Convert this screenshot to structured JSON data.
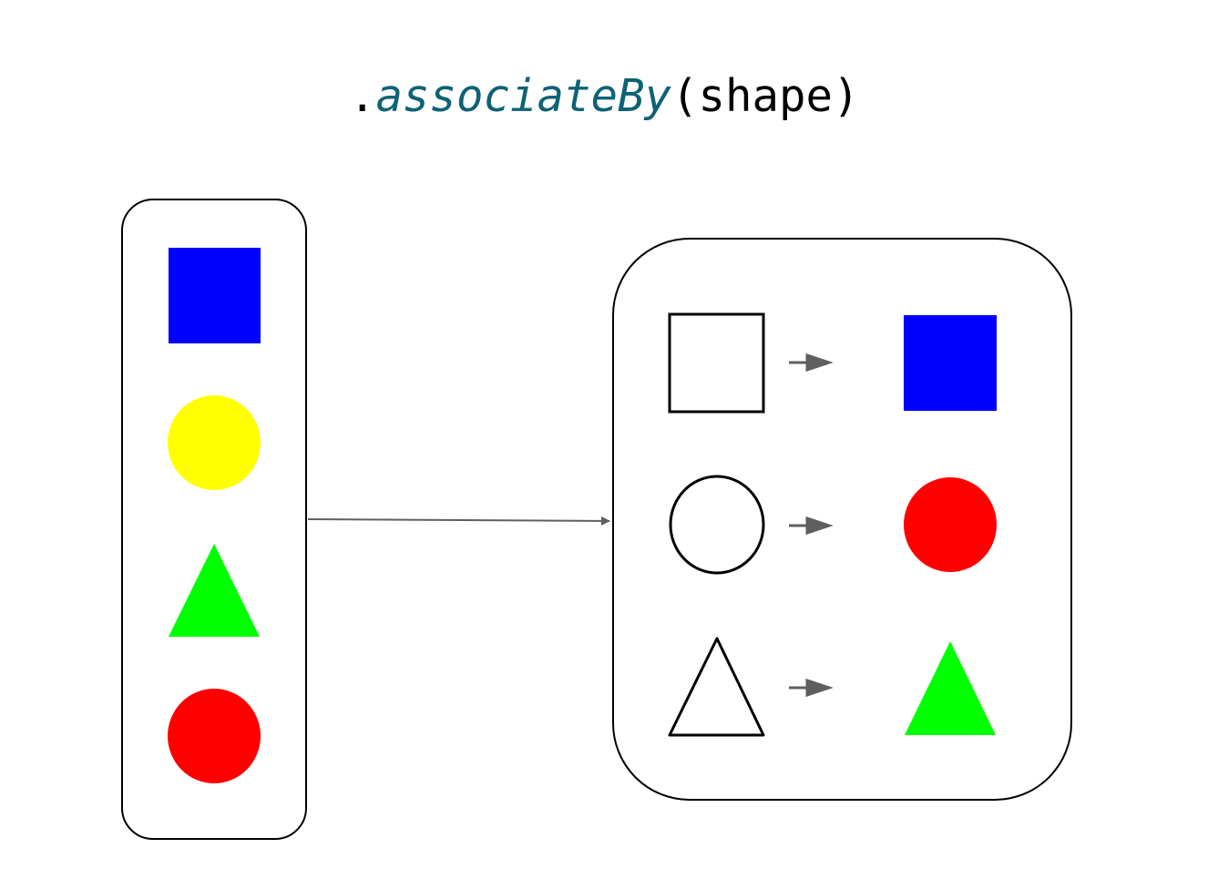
{
  "title": {
    "dot": ".",
    "function": "associateBy",
    "args": "(shape)"
  },
  "colors": {
    "function": "#0e6275",
    "text": "#000000",
    "blue": "#0000ff",
    "yellow": "#ffff00",
    "green": "#00ff00",
    "red": "#ff0000",
    "arrow": "#5f5f5f"
  },
  "input_items": [
    "blue-square",
    "yellow-circle",
    "green-triangle",
    "red-circle"
  ],
  "output_map": [
    {
      "key": "square",
      "value": "blue-square"
    },
    {
      "key": "circle",
      "value": "red-circle"
    },
    {
      "key": "triangle",
      "value": "green-triangle"
    }
  ]
}
